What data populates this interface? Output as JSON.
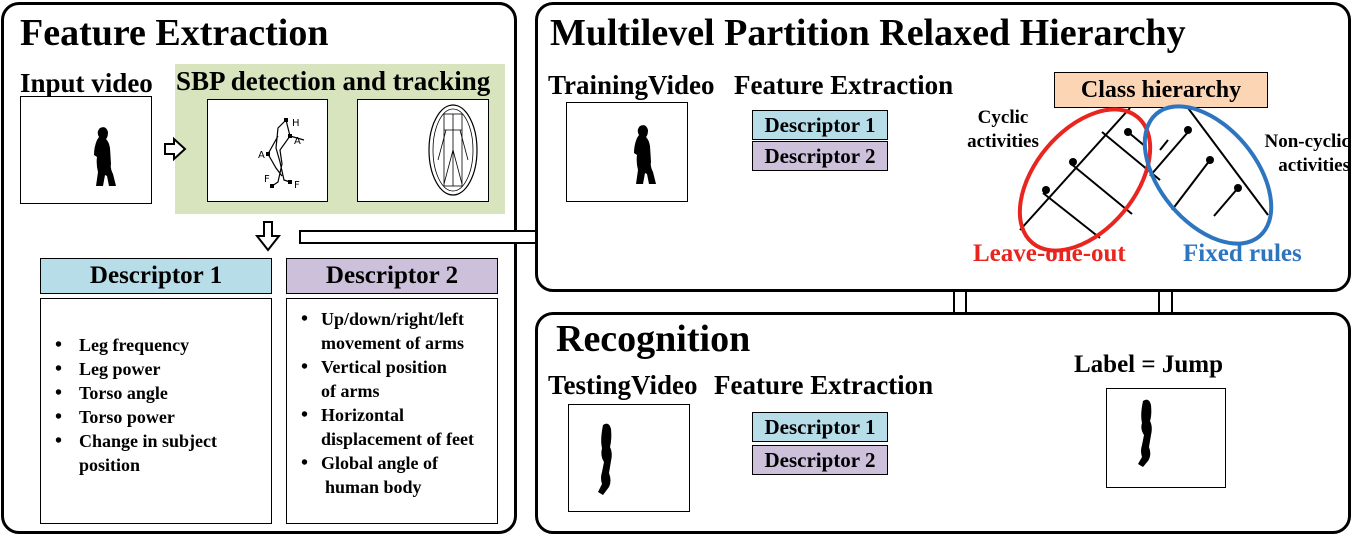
{
  "feature_extraction": {
    "title": "Feature Extraction",
    "input_video_label": "Input video",
    "sbp_label": "SBP detection and tracking",
    "sbp_marker_labels": [
      "H",
      "A",
      "A",
      "F",
      "F"
    ],
    "descriptor1": {
      "header": "Descriptor 1",
      "items": [
        "Leg frequency",
        "Leg power",
        "Torso angle",
        "Torso power",
        "Change in subject",
        "position"
      ]
    },
    "descriptor2": {
      "header": "Descriptor 2",
      "items": [
        "Up/down/right/left",
        "movement of arms",
        "Vertical position",
        "of arms",
        "Horizontal",
        "displacement of feet",
        "Global angle of",
        "human body"
      ]
    }
  },
  "multilevel": {
    "title": "Multilevel Partition Relaxed Hierarchy",
    "training_label": "TrainingVideo",
    "feature_extraction_label": "Feature Extraction",
    "descriptor1": "Descriptor 1",
    "descriptor2": "Descriptor 2",
    "class_hierarchy": "Class hierarchy",
    "cyclic_line1": "Cyclic",
    "cyclic_line2": "activities",
    "noncyclic_line1": "Non-cyclic",
    "noncyclic_line2": "activities",
    "leave_one_out": "Leave-one-out",
    "fixed_rules": "Fixed rules"
  },
  "recognition": {
    "title": "Recognition",
    "testing_label": "TestingVideo",
    "feature_extraction_label": "Feature Extraction",
    "descriptor1": "Descriptor 1",
    "descriptor2": "Descriptor 2",
    "result_label": "Label = Jump"
  },
  "colors": {
    "descriptor1_fill": "#b7dde8",
    "descriptor2_fill": "#ccc0da",
    "sbp_background": "#d7e4bd",
    "class_hierarchy_fill": "#fcd5b5",
    "leave_one_out": "#e8251f",
    "fixed_rules": "#2e75c0"
  }
}
